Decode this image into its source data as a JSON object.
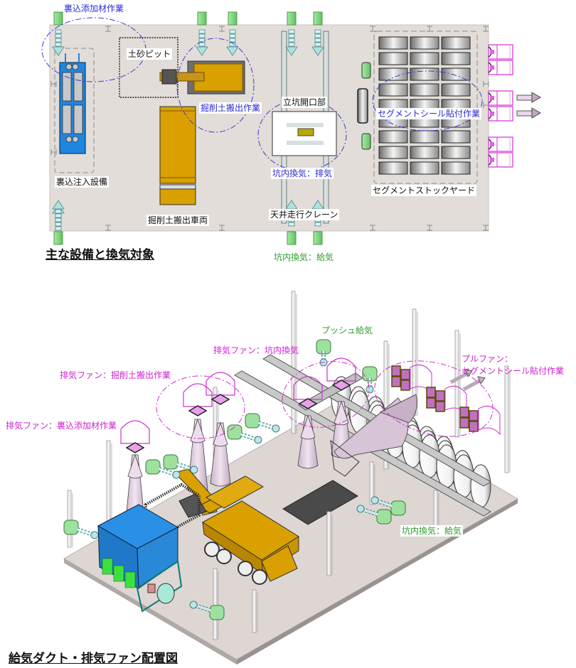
{
  "plan_view": {
    "title": "主な設備と換気対象",
    "labels": {
      "backfill_additive_work": "裏込添加材作業",
      "soil_pit": "土砂ピット",
      "excavated_soil_removal_work": "掘削土搬出作業",
      "shaft_opening": "立坑開口部",
      "segment_seal_work": "セグメントシール貼付作業",
      "tunnel_vent_exhaust": "坑内換気：排気",
      "backfill_injection_equipment": "裏込注入設備",
      "segment_stock_yard": "セグメントストックヤード",
      "overhead_crane": "天井走行クレーン",
      "excavated_soil_vehicle": "掘削土搬出車両",
      "tunnel_vent_supply": "坑内換気：給気"
    }
  },
  "iso_view": {
    "title": "給気ダクト・排気ファン配置図",
    "labels": {
      "push_supply": "プッシュ給気",
      "exhaust_fan_tunnel": "排気ファン：坑内換気",
      "exhaust_fan_excavated": "排気ファン：掘削土搬出作業",
      "exhaust_fan_backfill": "排気ファン：裏込添加材作業",
      "pull_fan_line1": "プルファン：",
      "pull_fan_line2": "セグメントシール貼付作業",
      "tunnel_vent_supply": "坑内換気：給気"
    }
  },
  "colors": {
    "floor": "#e2ddd8",
    "work_zone_outline": "#3a3ad8",
    "supply_green": "#8ee08e",
    "exhaust_magenta": "#d030d0",
    "excavator_yellow": "#d9a000",
    "grout_plant_blue": "#1f86e0",
    "duct_pink": "#e6d4e6",
    "supply_label_green": "#2e9a2e"
  }
}
